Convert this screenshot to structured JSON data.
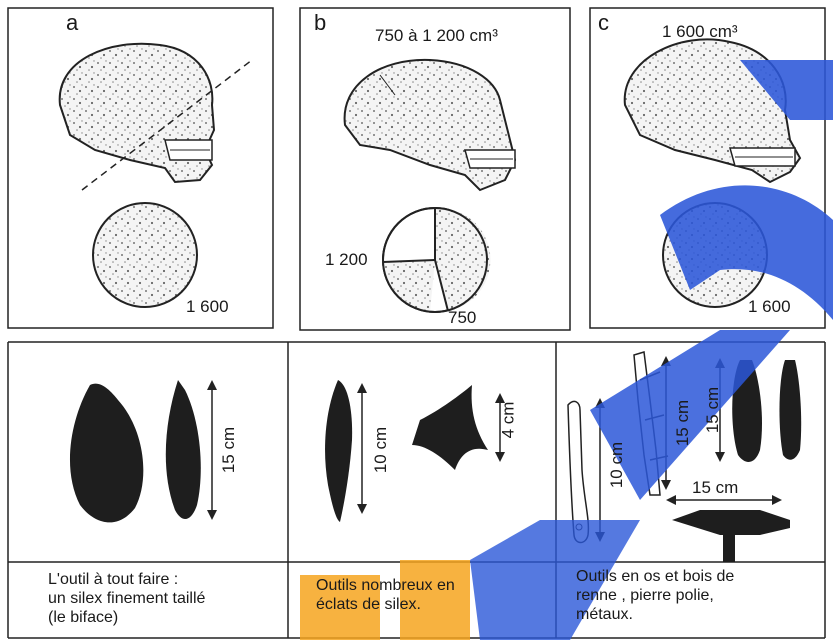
{
  "panels_top": [
    {
      "letter": "a",
      "pie_value": "1 600"
    },
    {
      "letter": "b",
      "volume_label": "750 à 1 200 cm³",
      "pie_label_left": "1 200",
      "pie_label_right": "750"
    },
    {
      "letter": "c",
      "volume_label": "1 600 cm³",
      "pie_value": "1 600"
    }
  ],
  "tools": [
    {
      "dimension": "15 cm",
      "caption": [
        "L'outil à tout faire :",
        "un silex finement taillé",
        "(le biface)"
      ]
    },
    {
      "dimension_1": "10 cm",
      "dimension_2": "4 cm",
      "caption": [
        "Outils nombreux en",
        "éclats de silex."
      ]
    },
    {
      "dimension_1": "10 cm",
      "dimension_2": "15 cm",
      "dimension_3": "15 cm",
      "dimension_4": "15 cm",
      "caption": [
        "Outils en os et bois de",
        "renne , pierre polie,",
        "métaux."
      ]
    }
  ],
  "colors": {
    "watermark_blue": "#2b57d8",
    "watermark_orange": "#f6a41e",
    "ink": "#1a1a1a"
  }
}
